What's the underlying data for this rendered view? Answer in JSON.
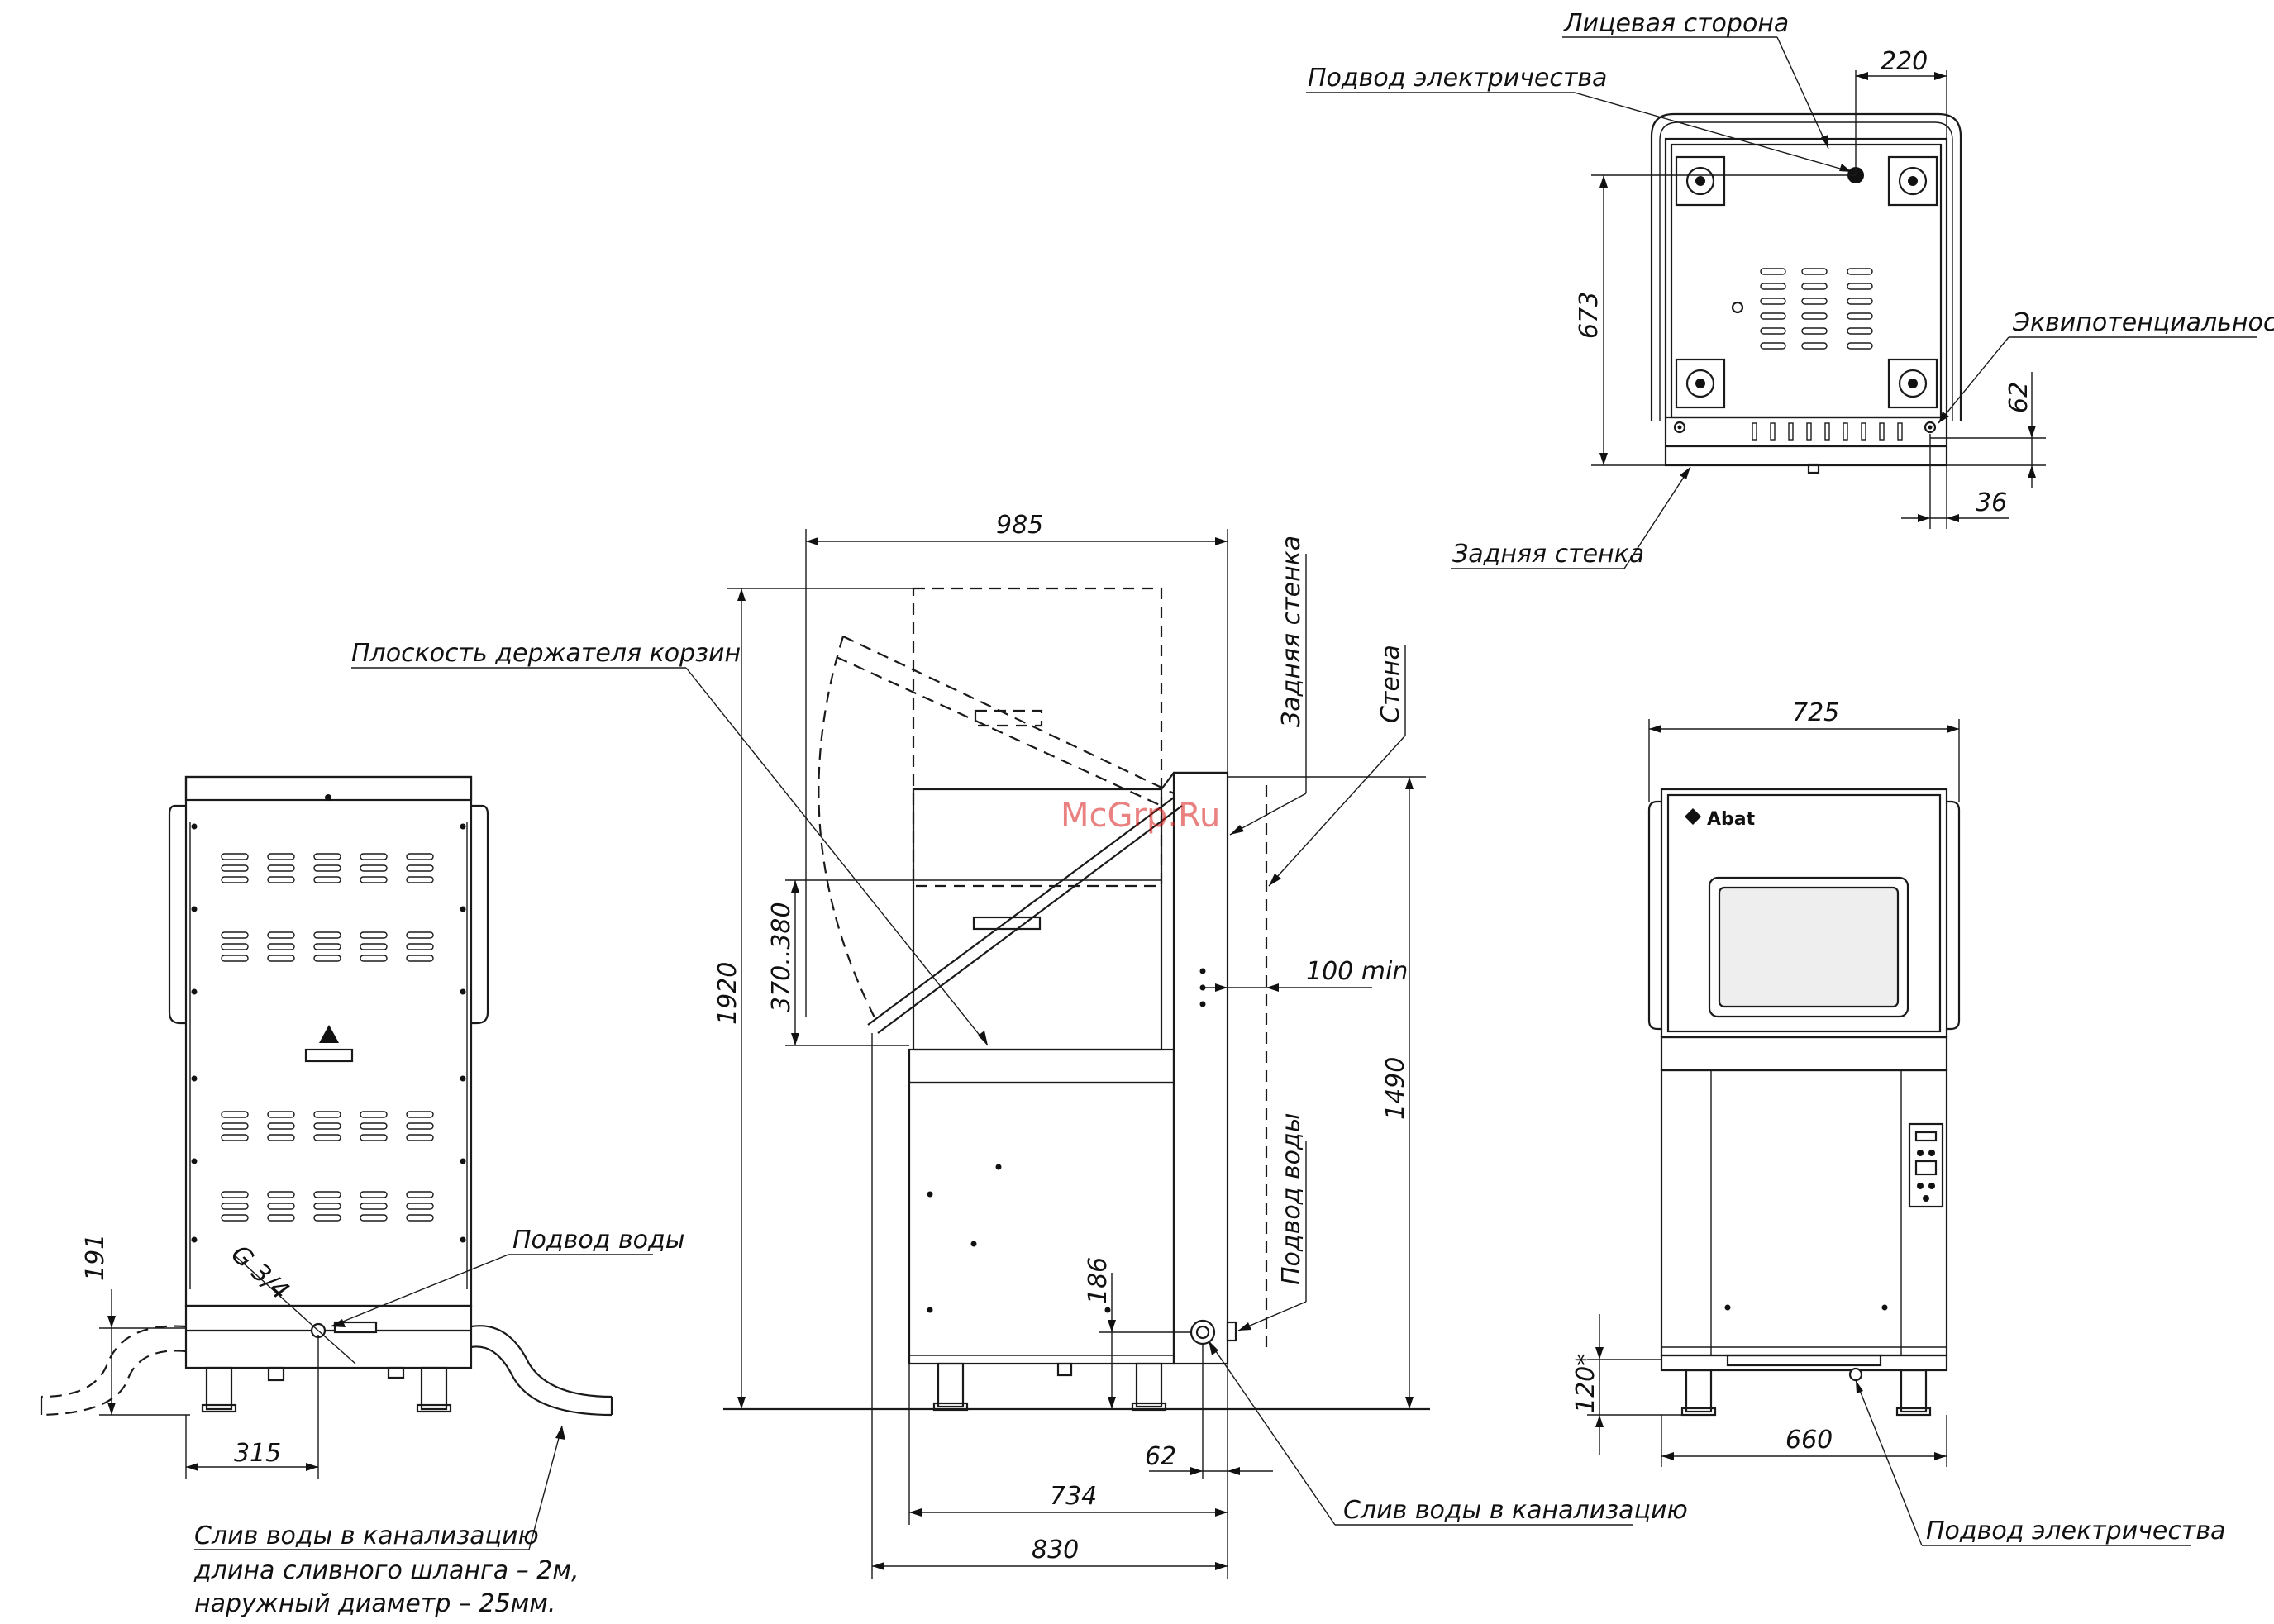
{
  "labels": {
    "front_side": "Лицевая сторона",
    "power_supply_top": "Подвод электричества",
    "equipotential": "Эквипотенциальность",
    "rear_wall_top": "Задняя стенка",
    "basket_holder_plane": "Плоскость держателя корзин",
    "rear_wall_side": "Задняя стенка",
    "wall": "Стена",
    "water_inlet_side": "Подвод воды",
    "water_inlet_rear": "Подвод воды",
    "thread_size": "G 3/4",
    "drain_side": "Слив воды в канализацию",
    "drain_rear_1": "Слив воды в канализацию",
    "drain_rear_2": "длина сливного шланга – 2м,",
    "drain_rear_3": "наружный диаметр – 25мм.",
    "power_supply_front": "Подвод электричества",
    "brand": "Abat",
    "watermark": "McGrp.Ru"
  },
  "dimensions": {
    "top_width_offset": "220",
    "top_depth": "673",
    "top_62": "62",
    "top_36": "36",
    "side_985": "985",
    "side_1920": "1920",
    "side_370_380": "370..380",
    "side_100min": "100 min",
    "side_1490": "1490",
    "side_186": "186",
    "side_62": "62",
    "side_734": "734",
    "side_830": "830",
    "front_725": "725",
    "front_660": "660",
    "front_120": "120*",
    "rear_191": "191",
    "rear_315": "315"
  }
}
